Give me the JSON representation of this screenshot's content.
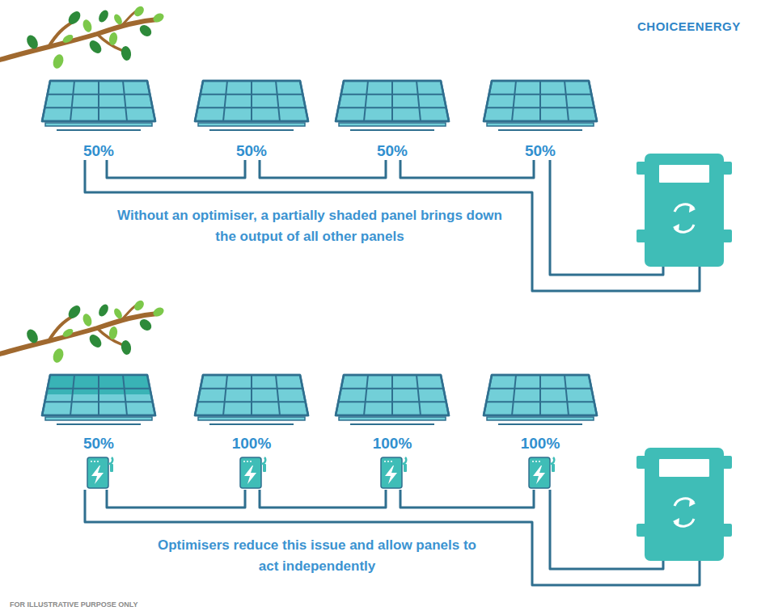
{
  "diagram": {
    "nodes": [
      {
        "text": [
          "50%"
        ]
      },
      {
        "text": [
          "50%"
        ]
      },
      {
        "text": [
          "50%"
        ]
      },
      {
        "text": [
          "50%"
        ]
      },
      {
        "text": [
          "50%"
        ]
      },
      {
        "text": [
          "100%"
        ]
      },
      {
        "text": [
          "100%"
        ]
      },
      {
        "text": [
          "100%"
        ]
      }
    ],
    "edges": [
      {
        "from": 0,
        "to": 1,
        "arrow": "none"
      },
      {
        "from": 1,
        "to": 2,
        "arrow": "none"
      },
      {
        "from": 2,
        "to": 3,
        "arrow": "none"
      },
      {
        "from": 4,
        "to": 5,
        "arrow": "none"
      },
      {
        "from": 5,
        "to": 6,
        "arrow": "none"
      },
      {
        "from": 6,
        "to": 7,
        "arrow": "none"
      }
    ],
    "labels": [
      "CHOICEENERGY",
      "Without an optimiser, a partially shaded panel brings down the output of all other panels",
      "Optimisers reduce this issue and allow panels to act independently",
      "FOR ILLUSTRATIVE PURPOSE ONLY"
    ]
  }
}
